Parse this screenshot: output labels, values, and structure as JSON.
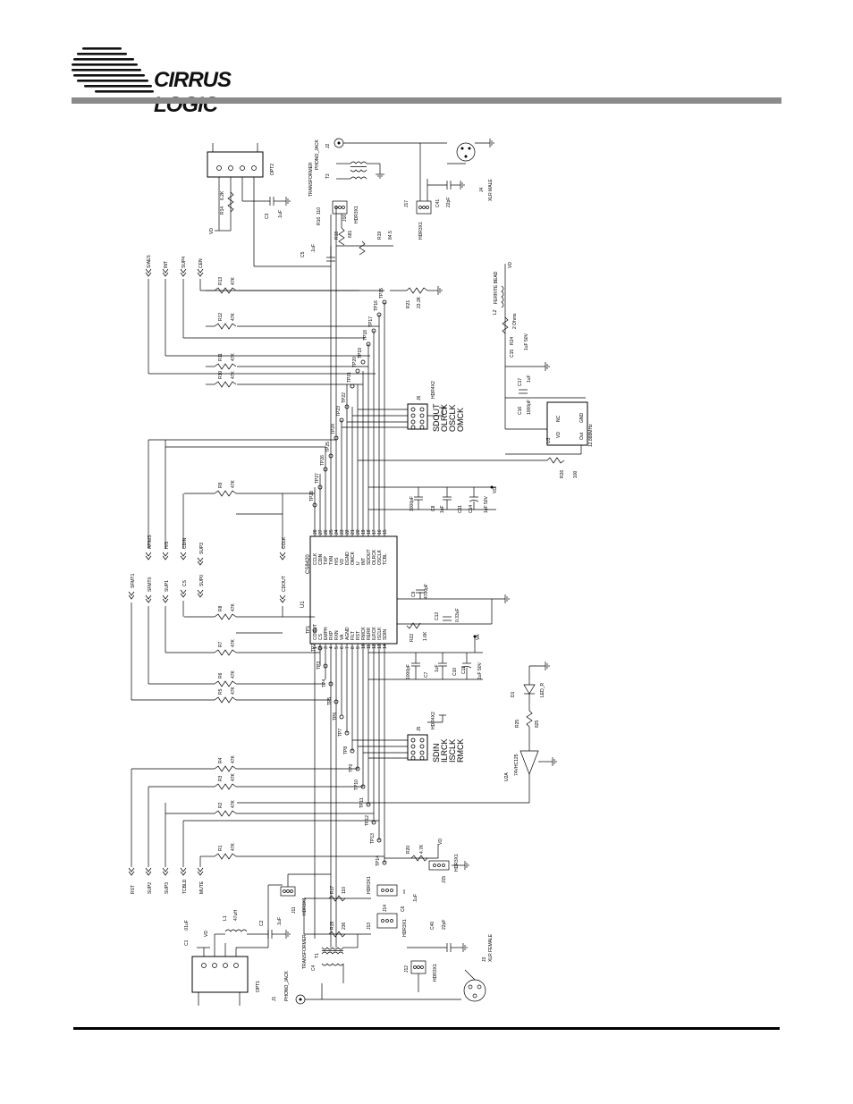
{
  "header": {
    "brand": "CIRRUS LOGIC",
    "reg_mark": "®"
  },
  "chip": {
    "part": "CS8420",
    "ref": "U1",
    "left_pins": [
      {
        "num": "1",
        "name": "COOUT"
      },
      {
        "num": "2",
        "name": "CS"
      },
      {
        "num": "3",
        "name": "EMPH"
      },
      {
        "num": "4",
        "name": "RXP"
      },
      {
        "num": "5",
        "name": "RXN"
      },
      {
        "num": "6",
        "name": "VA"
      },
      {
        "num": "7",
        "name": "AGND"
      },
      {
        "num": "8",
        "name": "FILT"
      },
      {
        "num": "9",
        "name": "RST"
      },
      {
        "num": "10",
        "name": "RMCK"
      },
      {
        "num": "11",
        "name": "RERR"
      },
      {
        "num": "12",
        "name": "ILRCK"
      },
      {
        "num": "13",
        "name": "ISCLK"
      },
      {
        "num": "14",
        "name": "SDIN"
      }
    ],
    "right_pins": [
      {
        "num": "28",
        "name": "CCLK"
      },
      {
        "num": "27",
        "name": "CDIN"
      },
      {
        "num": "26",
        "name": "TXP"
      },
      {
        "num": "25",
        "name": "TXN"
      },
      {
        "num": "24",
        "name": "H/S"
      },
      {
        "num": "23",
        "name": "VD"
      },
      {
        "num": "22",
        "name": "DGND"
      },
      {
        "num": "21",
        "name": "OMCK"
      },
      {
        "num": "20",
        "name": "U"
      },
      {
        "num": "19",
        "name": "INT"
      },
      {
        "num": "18",
        "name": "SDOUT"
      },
      {
        "num": "17",
        "name": "OLRCK"
      },
      {
        "num": "16",
        "name": "OSCLK"
      },
      {
        "num": "15",
        "name": "TCBL"
      }
    ]
  },
  "signals_top": [
    "S/AES",
    "INT",
    "SUP4",
    "CEN"
  ],
  "signals_mid": [
    "SFMT1",
    "SFMT0",
    "SUP1",
    "CS",
    "SUP0",
    "CDOUT",
    "AP/MS",
    "H/S",
    "CDIN",
    "SUP3",
    "CCLK"
  ],
  "signals_bottom": [
    "RST",
    "SUP2",
    "SUP3",
    "TCBLD",
    "MUTE"
  ],
  "resistors_top": [
    {
      "ref": "R13",
      "val": "47K"
    },
    {
      "ref": "R12",
      "val": "47K"
    },
    {
      "ref": "R11",
      "val": "47K"
    },
    {
      "ref": "R10",
      "val": "47K"
    }
  ],
  "resistors_mid": [
    {
      "ref": "R9",
      "val": "47K"
    },
    {
      "ref": "R8",
      "val": "47K"
    },
    {
      "ref": "R7",
      "val": "47K"
    },
    {
      "ref": "R6",
      "val": "47K"
    },
    {
      "ref": "R5",
      "val": "47K"
    }
  ],
  "resistors_bottom": [
    {
      "ref": "R4",
      "val": "47K"
    },
    {
      "ref": "R3",
      "val": "47K"
    },
    {
      "ref": "R2",
      "val": "47K"
    },
    {
      "ref": "R1",
      "val": "47K"
    }
  ],
  "test_points_right": [
    "TP15",
    "TP16",
    "TP17",
    "TP18",
    "TP19",
    "TP20",
    "TP21",
    "TP22",
    "TP23",
    "TP24",
    "TP25",
    "TP26",
    "TP27",
    "TP28"
  ],
  "test_points_left": [
    "TP1",
    "TP2",
    "TP3",
    "TP4",
    "TP5",
    "TP6",
    "TP7",
    "TP8",
    "TP9",
    "TP10",
    "TP11",
    "TP12",
    "TP13",
    "TP14"
  ],
  "header_j6": {
    "ref": "J6",
    "type": "HDR4X2",
    "labels": [
      "SDOUT",
      "OLRCK",
      "OSCLK",
      "OMCK"
    ]
  },
  "header_j5": {
    "ref": "J5",
    "type": "HDR4X2",
    "labels": [
      "SDIN",
      "ILRCK",
      "ISCLK",
      "RMCK"
    ]
  },
  "top_parts": {
    "opt2": "OPT2",
    "r14": "R14",
    "r14_val": "6.2K",
    "c3": "C3",
    "c3_val": ".1uF",
    "vd": "VD",
    "c5": "C5",
    "c5_val": ".1uF",
    "r16": "R16",
    "r16_val": "110",
    "j16": "J16",
    "hdr3x1a": "HDR3X1",
    "r18": "R18",
    "r18_val": "681",
    "r19": "R19",
    "r19_val": "84.5",
    "t2": "T2",
    "transformer": "TRANSFORMER",
    "j2": "J2",
    "phono": "PHONO_JACK",
    "j17": "J17",
    "hdr3x1b": "HDR3X1",
    "c41": "C41",
    "c41_val": "22pF",
    "j4": "J4",
    "xlr_male": "XLR MALE",
    "r21": "R21",
    "r21_val": "23.2K"
  },
  "right_parts": {
    "l2": "L2",
    "ferrite": "FERRITE BEAD",
    "vd": "VD",
    "r24": "R24",
    "r24_val": "2 Ohms",
    "c15": "C15",
    "c15_val": "1uF 50V",
    "c17": "C17",
    "c17_val": "1uF",
    "c16": "C16",
    "c16_val": "1000pF",
    "u3": "U3",
    "osc": "12.888MHz",
    "nc": "NC",
    "vd2": "VD",
    "out": "Out",
    "gnd": "GND",
    "r26": "R26",
    "r26_val": "100"
  },
  "cap_block_top": {
    "c8": "C8",
    "c8_val": "1000pF",
    "c11": "C11",
    "c11_val": "1uF",
    "c14": "C14",
    "c14_val": "1uF 50V",
    "vd": "VD"
  },
  "filt_parts": {
    "c9": "C9",
    "c9_val": "4700pF",
    "c12": "C12",
    "c12_val": "0.33uF",
    "r22": "R22",
    "r22_val": "1.6K"
  },
  "cap_block_bottom": {
    "c7": "C7",
    "c7_val": "1000pF",
    "c10": "C10",
    "c10_val": "1uF",
    "c13": "C13",
    "c13_val": "1uF 50V",
    "va": "VA"
  },
  "led_parts": {
    "d1": "D1",
    "led": "LED_R",
    "r25": "R25",
    "r25_val": "825",
    "u2a": "U2A",
    "gate": "74VHC125"
  },
  "bottom_parts": {
    "opt1": "OPT1",
    "c1": "C1",
    "c1_val": ".01uF",
    "l1": "L1",
    "l1_val": "47uH",
    "c2": "C2",
    "c2_val": ".1uF",
    "vd": "VD",
    "j11": "J11",
    "hdr3x1a": "HDR3X1",
    "r17": "R17",
    "r17_val": "110",
    "r15": "R15",
    "r15_val": "236",
    "j14": "J14",
    "hdr3x1b": "HDR3X1",
    "c6": "C6",
    "c6_val": ".1uF",
    "j13": "J13",
    "hdr3x1c": "HDR3X1",
    "r20": "R20",
    "r20_val": "4.7K",
    "j15": "J15",
    "hdr3x1d": "HDR3X1",
    "vd2": "VD",
    "t1": "T1",
    "transformer": "TRANSFORMER",
    "c4": "C4",
    "c40": "C40",
    "c40_val": "22pF",
    "j12": "J12",
    "hdr3x1e": "HDR3X1",
    "j1": "J1",
    "phono": "PHONO_JACK",
    "j3": "J3",
    "xlr_female": "XLR FEMALE"
  }
}
